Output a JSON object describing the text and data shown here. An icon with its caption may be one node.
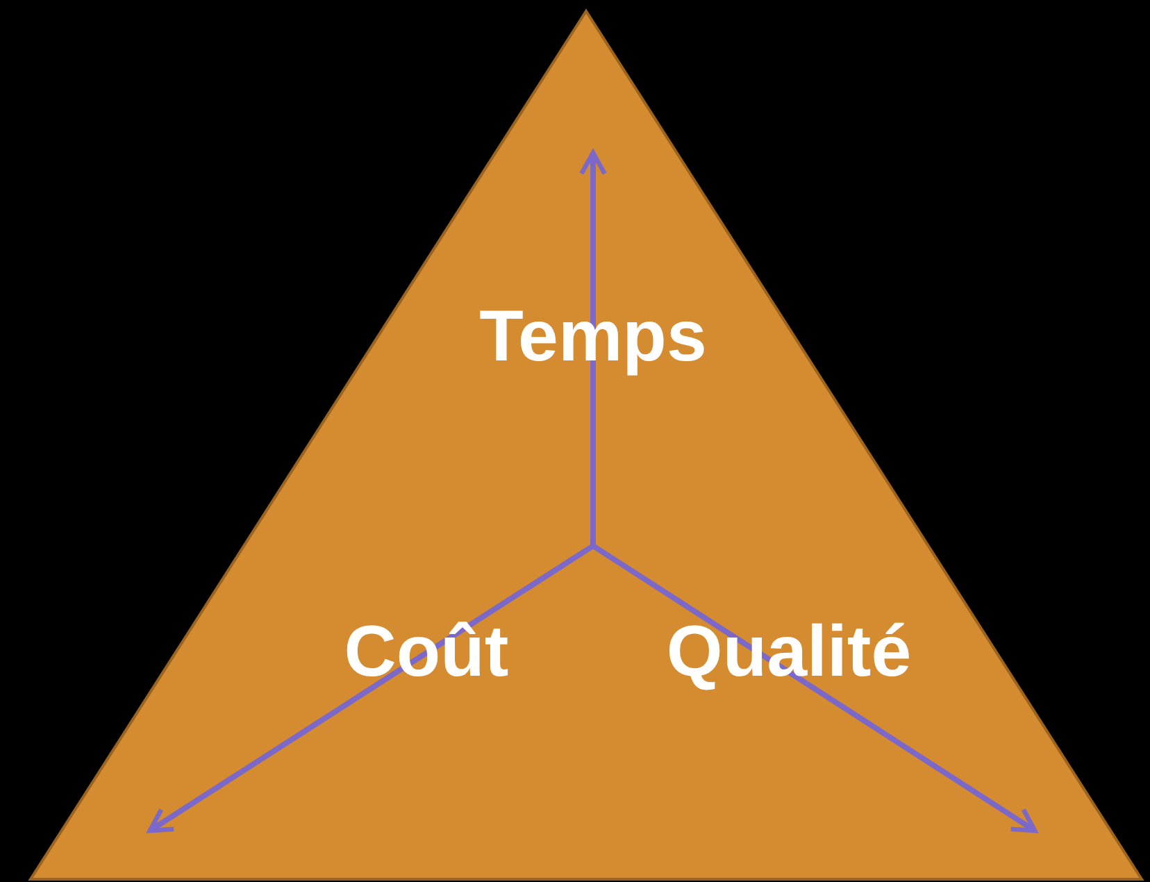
{
  "diagram": {
    "nodes": [
      {
        "text": [
          "Temps",
          "Coût",
          "Qualité"
        ]
      }
    ]
  }
}
